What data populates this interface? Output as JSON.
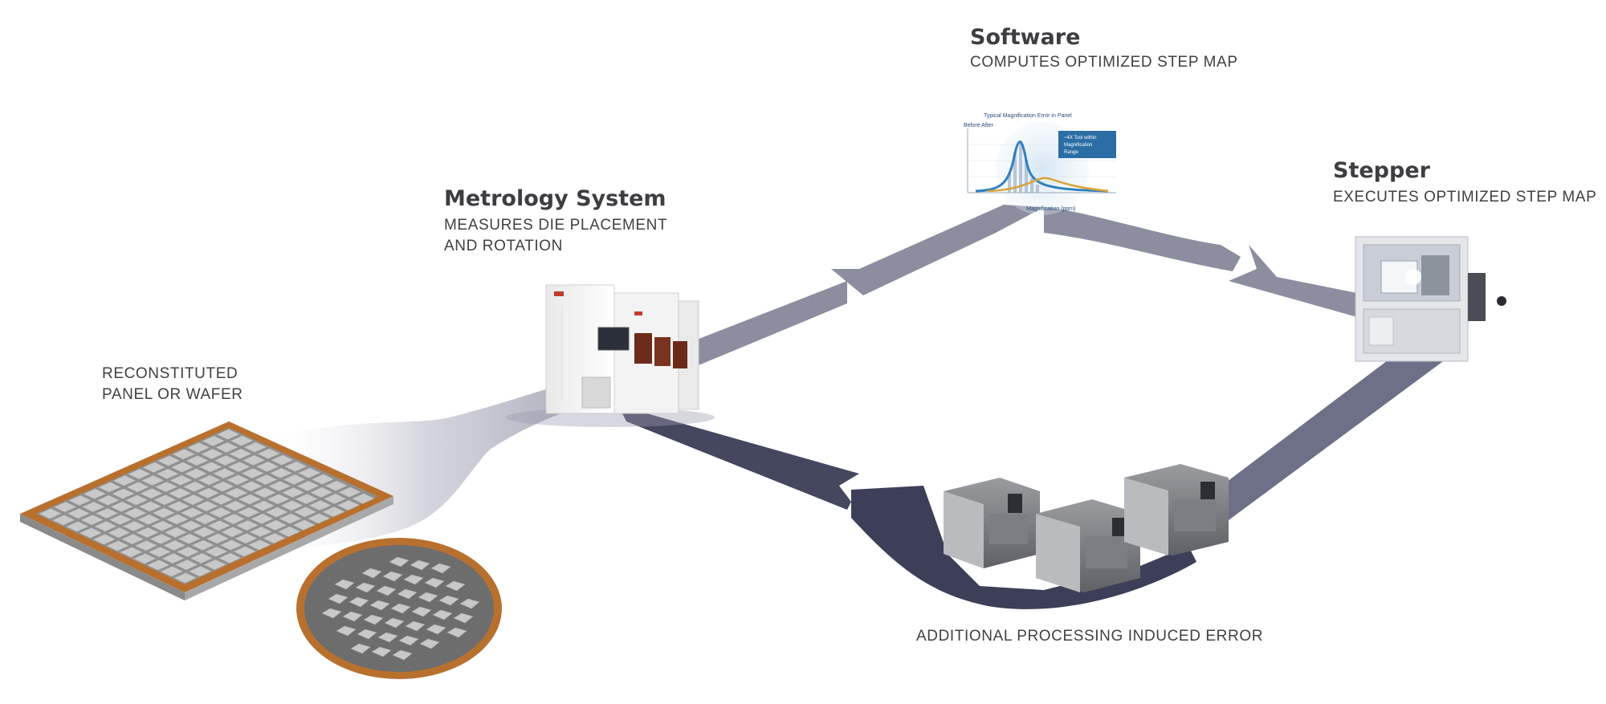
{
  "nodes": {
    "software": {
      "title": "Software",
      "subtitle": "COMPUTES OPTIMIZED STEP MAP"
    },
    "metrology": {
      "title": "Metrology System",
      "subtitle_line1": "MEASURES DIE PLACEMENT",
      "subtitle_line2": "AND ROTATION"
    },
    "stepper": {
      "title": "Stepper",
      "subtitle": "EXECUTES OPTIMIZED STEP MAP"
    },
    "panel": {
      "label_line1": "RECONSTITUTED",
      "label_line2": "PANEL OR WAFER"
    },
    "processing": {
      "label": "ADDITIONAL PROCESSING INDUCED ERROR"
    }
  },
  "inset_chart": {
    "title": "Typical Magnification Error in Panel",
    "legend": "Before  After  ",
    "callout_line1": "~4X Tool within",
    "callout_line2": "Magnification",
    "callout_line3": "Range",
    "xlabel": "Magnification (ppm)"
  },
  "colors": {
    "flow_light": "#8c8ea0",
    "flow_dark": "#45475f",
    "panel_frame": "#b8702e",
    "chart_blue": "#2f7fbf",
    "chart_orange": "#d9a23a"
  }
}
